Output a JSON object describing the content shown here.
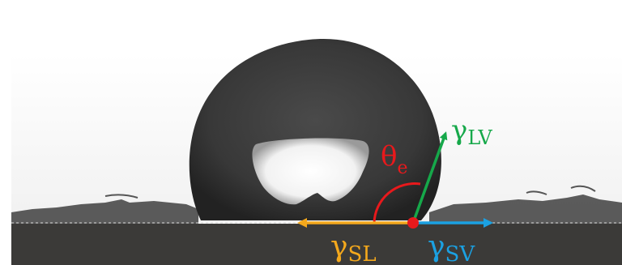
{
  "labels": {
    "theta": "θ",
    "theta_sub": "e",
    "gamma_lv": "γ",
    "gamma_lv_sub": "LV",
    "gamma_sl": "γ",
    "gamma_sl_sub": "SL",
    "gamma_sv": "γ",
    "gamma_sv_sub": "SV"
  },
  "colors": {
    "theta": "#e8191c",
    "gamma_lv": "#16a84a",
    "gamma_sl": "#f4a81c",
    "gamma_sv": "#1ba1e2",
    "substrate": "#3b3a38",
    "drop": "#3a3a3a",
    "contact_point": "#e8191c"
  },
  "icons": {
    "drop": "water-droplet",
    "contact_point": "red-dot"
  }
}
